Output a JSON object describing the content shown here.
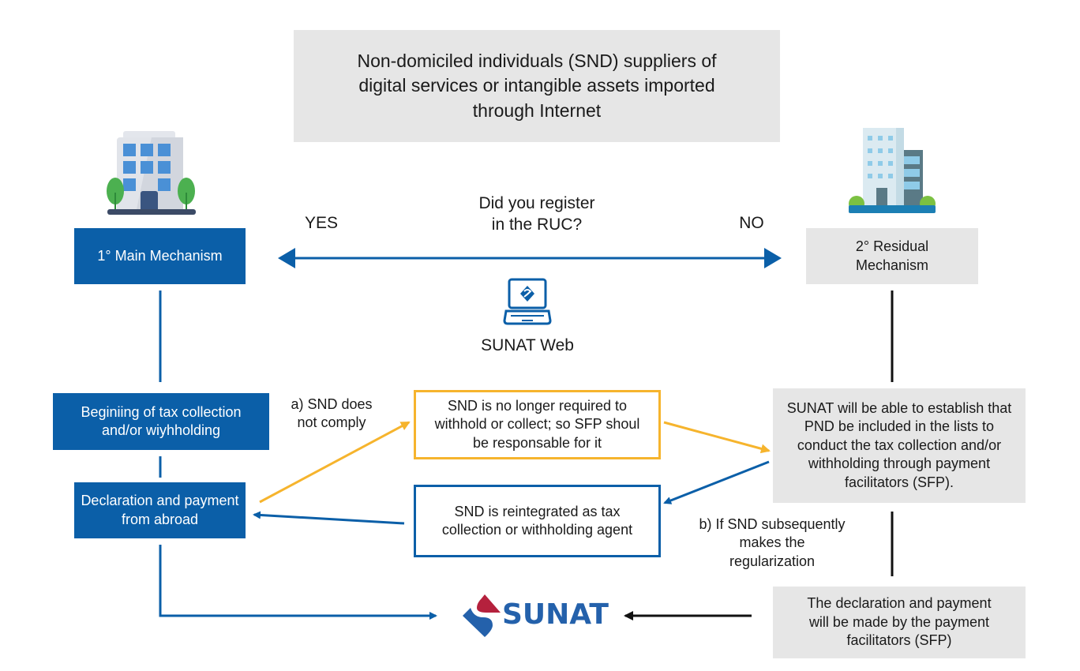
{
  "title_box": {
    "text": "Non-domiciled individuals (SND) suppliers of digital services or intangible assets imported through Internet"
  },
  "question": {
    "text_line1": "Did you register",
    "text_line2": "in the RUC?",
    "yes_label": "YES",
    "no_label": "NO"
  },
  "sunat_web": {
    "label": "SUNAT Web"
  },
  "left_column": {
    "main_mechanism": "1° Main Mechanism",
    "beginning": "Beginiing of tax collection and/or wiyhholding",
    "declaration": "Declaration and payment from abroad"
  },
  "right_column": {
    "residual_mechanism": "2° Residual Mechanism",
    "sunat_establish": "SUNAT will be able to establish that PND be included in the lists to conduct the tax collection and/or withholding through payment facilitators (SFP).",
    "declaration_sfp": "The declaration and payment will be made by the payment facilitators (SFP)"
  },
  "middle": {
    "no_longer_required": "SND is no longer required to withhold or collect; so SFP shoul be responsable for it",
    "reintegrated": "SND is reintegrated as tax collection or withholding agent",
    "label_a_line1": "a) SND does",
    "label_a_line2": "not comply",
    "label_b_line1": "b) If SND subsequently",
    "label_b_line2": "makes the",
    "label_b_line3": "regularization"
  },
  "logo": {
    "text": "SUNAT"
  },
  "colors": {
    "primary_blue": "#0b5fa8",
    "accent_yellow": "#f6b42d",
    "grey_box": "#e6e6e6",
    "sunat_red": "#b5213d"
  }
}
